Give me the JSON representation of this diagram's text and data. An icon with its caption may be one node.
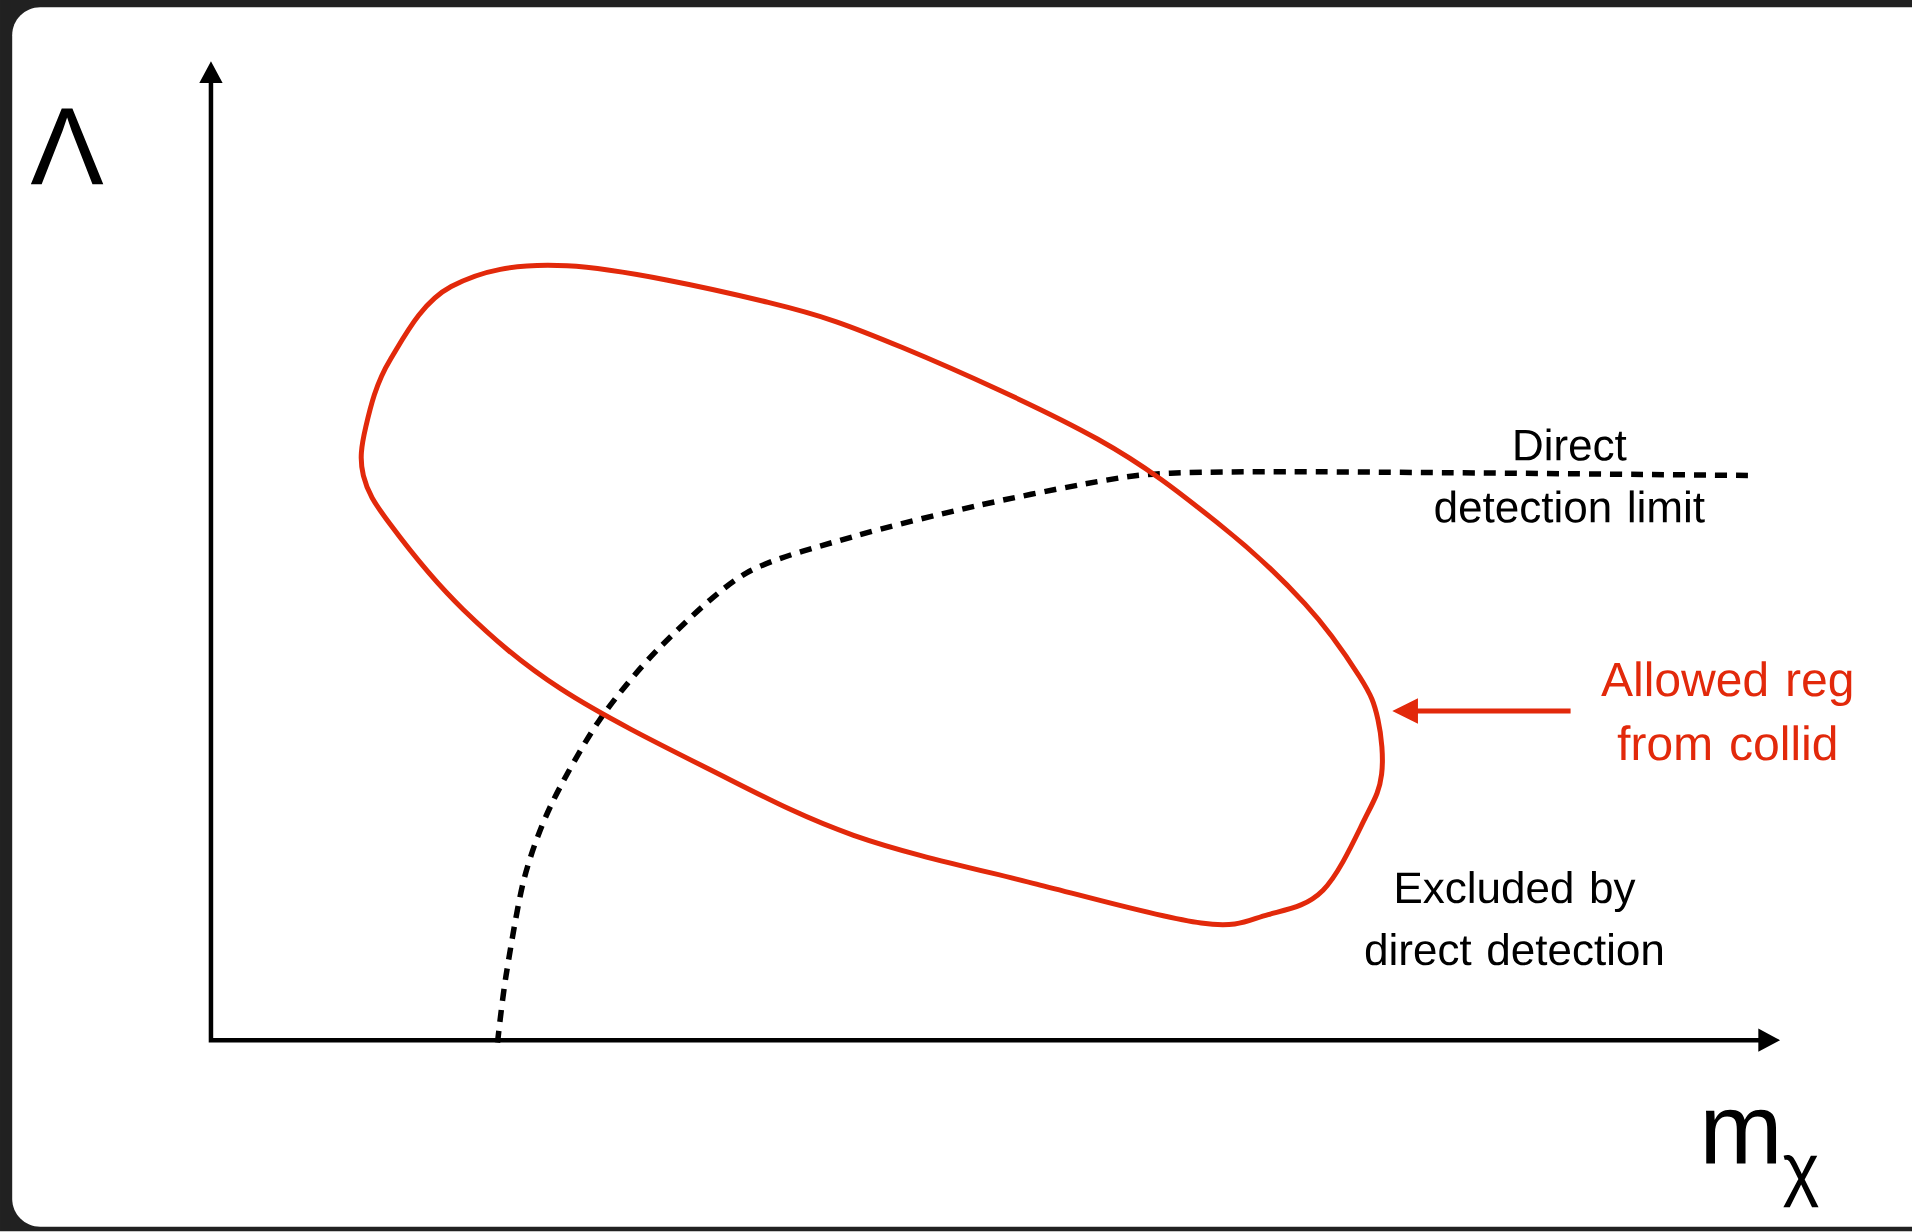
{
  "diagram": {
    "nodes": [
      {
        "text": [
          "Allowed reg from collid"
        ]
      },
      {
        "text": [],
        "shape": "ellipse"
      }
    ],
    "edges": [
      {
        "from": 0,
        "to": 1,
        "arrow": "to",
        "color": "#e2290b"
      }
    ],
    "labels": [
      "Λ",
      "Direct detection limit",
      "Excluded by direct detection",
      "m$_{χ}$"
    ]
  }
}
